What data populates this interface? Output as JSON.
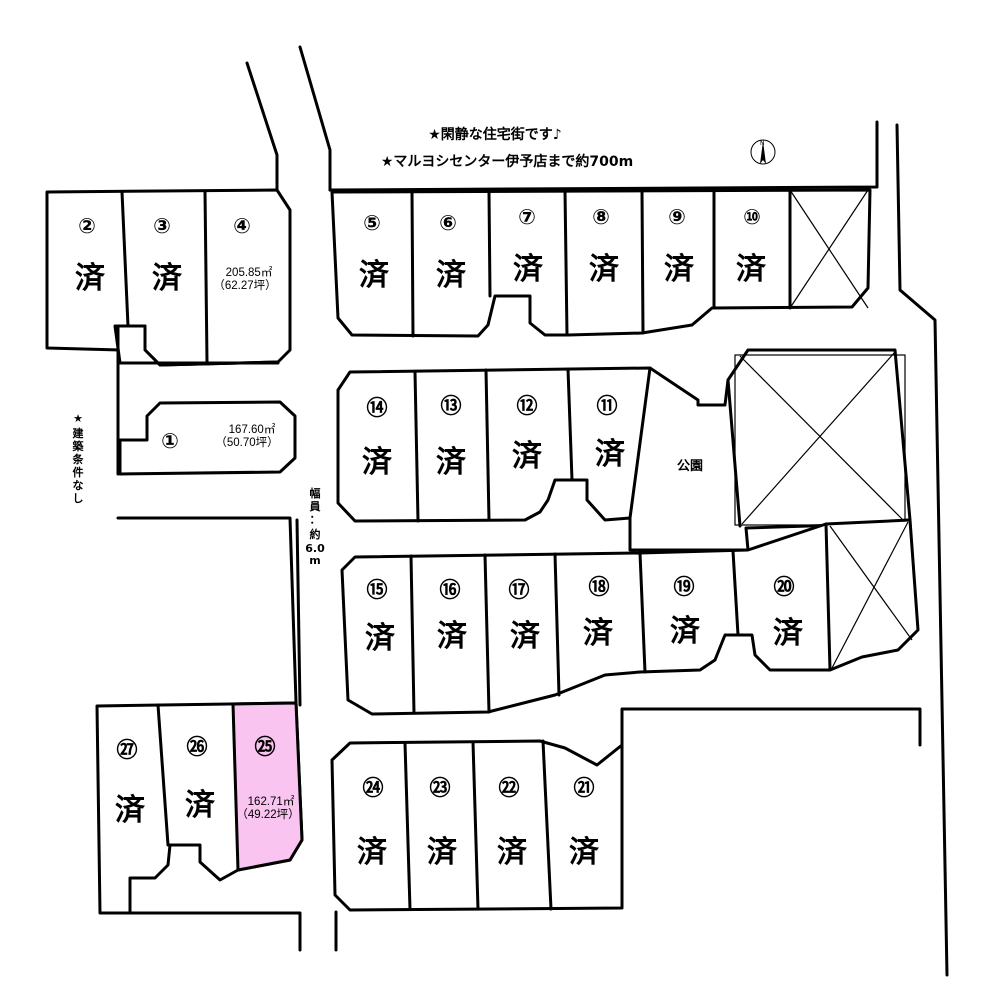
{
  "notes": {
    "line1": "★閑静な住宅街です♪",
    "line2": "★マルヨシセンター伊予店まで約700m",
    "building_condition": "★建築条件なし",
    "road_width": [
      "幅",
      "員",
      "：",
      "約",
      "6.0",
      "m"
    ],
    "park": "公園",
    "north": "N"
  },
  "colors": {
    "available_lot": "#f9c4f0",
    "line": "#000000"
  },
  "lots": [
    {
      "id": "lot-1",
      "number": "①",
      "status": "",
      "area_m2": "167.60㎡",
      "area_tsubo": "（50.70坪）"
    },
    {
      "id": "lot-2",
      "number": "②",
      "status": "済"
    },
    {
      "id": "lot-3",
      "number": "③",
      "status": "済"
    },
    {
      "id": "lot-4",
      "number": "④",
      "status": "",
      "area_m2": "205.85㎡",
      "area_tsubo": "（62.27坪）"
    },
    {
      "id": "lot-5",
      "number": "⑤",
      "status": "済"
    },
    {
      "id": "lot-6",
      "number": "⑥",
      "status": "済"
    },
    {
      "id": "lot-7",
      "number": "⑦",
      "status": "済"
    },
    {
      "id": "lot-8",
      "number": "⑧",
      "status": "済"
    },
    {
      "id": "lot-9",
      "number": "⑨",
      "status": "済"
    },
    {
      "id": "lot-10",
      "number": "⑩",
      "status": "済"
    },
    {
      "id": "lot-11",
      "number": "⑪",
      "status": "済"
    },
    {
      "id": "lot-12",
      "number": "⑫",
      "status": "済"
    },
    {
      "id": "lot-13",
      "number": "⑬",
      "status": "済"
    },
    {
      "id": "lot-14",
      "number": "⑭",
      "status": "済"
    },
    {
      "id": "lot-15",
      "number": "⑮",
      "status": "済"
    },
    {
      "id": "lot-16",
      "number": "⑯",
      "status": "済"
    },
    {
      "id": "lot-17",
      "number": "⑰",
      "status": "済"
    },
    {
      "id": "lot-18",
      "number": "⑱",
      "status": "済"
    },
    {
      "id": "lot-19",
      "number": "⑲",
      "status": "済"
    },
    {
      "id": "lot-20",
      "number": "⑳",
      "status": "済"
    },
    {
      "id": "lot-21",
      "number": "㉑",
      "status": "済"
    },
    {
      "id": "lot-22",
      "number": "㉒",
      "status": "済"
    },
    {
      "id": "lot-23",
      "number": "㉓",
      "status": "済"
    },
    {
      "id": "lot-24",
      "number": "㉔",
      "status": "済"
    },
    {
      "id": "lot-25",
      "number": "㉕",
      "status": "",
      "area_m2": "162.71㎡",
      "area_tsubo": "（49.22坪）",
      "highlighted": true
    },
    {
      "id": "lot-26",
      "number": "㉖",
      "status": "済"
    },
    {
      "id": "lot-27",
      "number": "㉗",
      "status": "済"
    }
  ]
}
